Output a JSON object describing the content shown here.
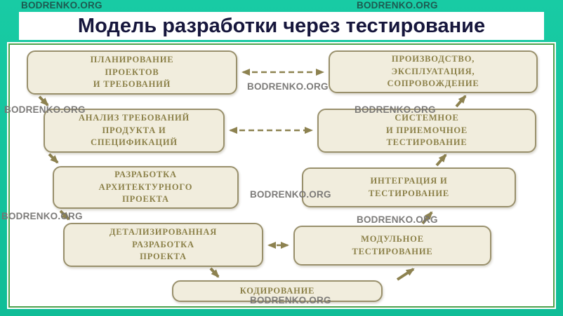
{
  "title": "Модель разработки через тестирование",
  "watermark": "BODRENKO.ORG",
  "colors": {
    "background_teal": "#12c4a0",
    "title_text": "#16163c",
    "panel_border_green": "#4da24d",
    "box_fill": "#f1eddd",
    "box_border": "#99906c",
    "box_text": "#8c8149",
    "arrow": "#8d8250",
    "watermark_on_teal": "#1d5a50",
    "watermark_on_white": "#767472"
  },
  "diagram": {
    "left_column": [
      {
        "label": "ПЛАНИРОВАНИЕ\nПРОЕКТОВ\nИ ТРЕБОВАНИЙ"
      },
      {
        "label": "АНАЛИЗ ТРЕБОВАНИЙ\nПРОДУКТА И\nСПЕЦИФИКАЦИЙ"
      },
      {
        "label": "РАЗРАБОТКА\nАРХИТЕКТУРНОГО\nПРОЕКТА"
      },
      {
        "label": "ДЕТАЛИЗИРОВАННАЯ\nРАЗРАБОТКА\nПРОЕКТА"
      }
    ],
    "right_column": [
      {
        "label": "ПРОИЗВОДСТВО,\nЭКСПЛУАТАЦИЯ,\nСОПРОВОЖДЕНИЕ"
      },
      {
        "label": "СИСТЕМНОЕ\nИ ПРИЕМОЧНОЕ\nТЕСТИРОВАНИЕ"
      },
      {
        "label": "ИНТЕГРАЦИЯ И\nТЕСТИРОВАНИЕ"
      },
      {
        "label": "МОДУЛЬНОЕ\nТЕСТИРОВАНИЕ"
      }
    ],
    "bottom": {
      "label": "КОДИРОВАНИЕ"
    }
  }
}
